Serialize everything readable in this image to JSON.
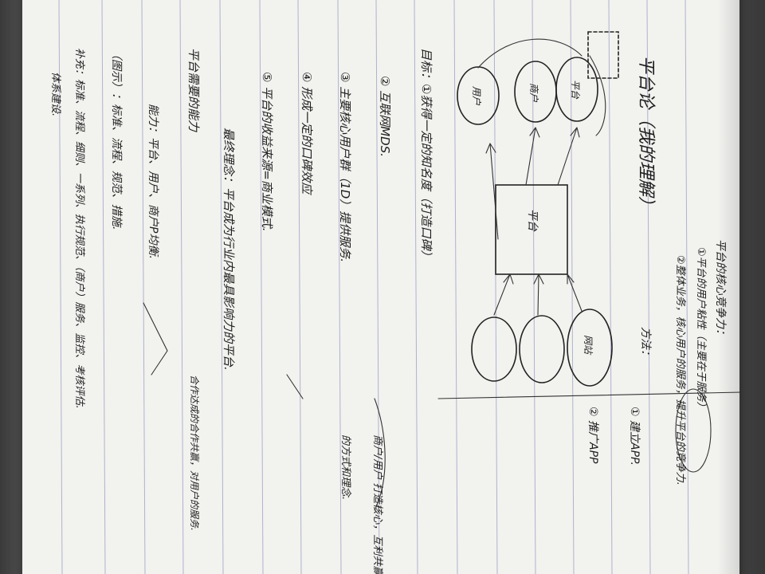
{
  "title": "平台论（我的理解）",
  "topic_terms": [
    "平台",
    "用户",
    "商户"
  ],
  "diagram": {
    "center_box": "平台",
    "ellipses_left": [
      "用户",
      "商户",
      "平台"
    ],
    "ellipses_right": [
      "网站",
      "...",
      "..."
    ]
  },
  "text_lines": [
    {
      "text": "平台论（我的理解）"
    },
    {
      "text": "目标：①获得一定的知名度（打造口碑）"
    },
    {
      "text": "② 互联网MDS."
    },
    {
      "text": "③ 主要核心用户群（1D）提供服务."
    },
    {
      "text": "④ 形成一定的口碑效应"
    },
    {
      "text": "⑤ 平台的收益来源=商业模式."
    },
    {
      "text": "最终理念：平台成为行业内最具影响力的平台."
    },
    {
      "text": "平台需要的能力"
    },
    {
      "text": "能力：平台、用户、商户P均衡."
    },
    {
      "text": "（图示）：标准、流程、规范、措施."
    },
    {
      "text": "补充：标准、流程、细则、一系列、执行规范、（商户）服务、监控、考核评估."
    },
    {
      "text": "体系建设."
    },
    {
      "text": "平台的核心竞争力："
    },
    {
      "text": "①平台的用户粘性（主要在于服务）"
    },
    {
      "text": "②整体业务，核心用户的服务，提升平台的竞争力."
    },
    {
      "text": "方法："
    },
    {
      "text": "① 建立APP."
    },
    {
      "text": "② 推广APP"
    },
    {
      "text": "合作达成的合作共赢，对用户的服务."
    },
    {
      "text": "商户/用户 打造核心，互利共赢"
    },
    {
      "text": "的方式和理念."
    }
  ]
}
